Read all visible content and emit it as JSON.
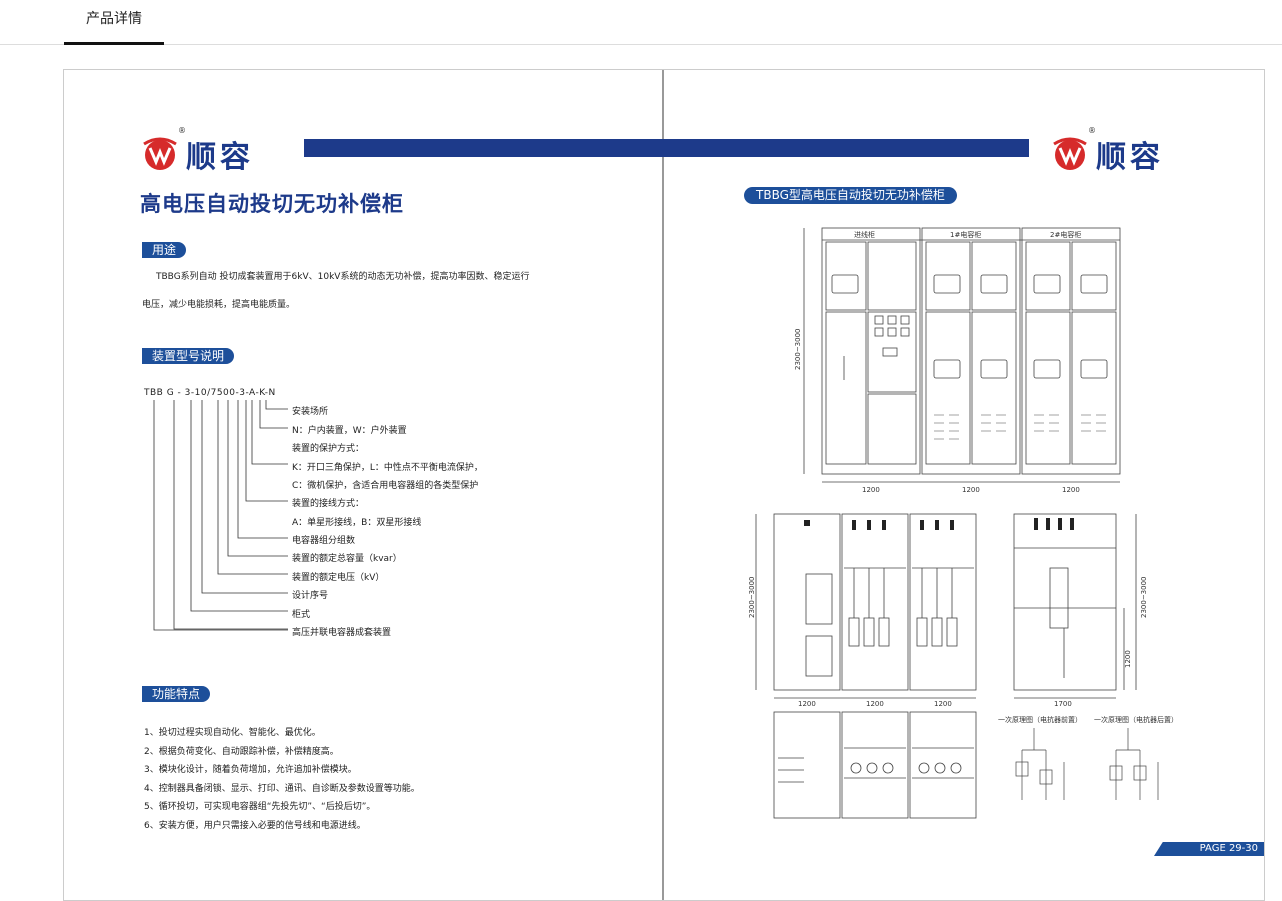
{
  "tab": {
    "label": "产品详情"
  },
  "brand": {
    "name": "顺容",
    "reg": "®"
  },
  "product": {
    "title": "高电压自动投切无功补偿柜"
  },
  "usage": {
    "heading": "用途",
    "line1": "TBBG系列自动 投切成套装置用于6kV、10kV系统的动态无功补偿，提高功率因数、稳定运行",
    "line2": "电压，减少电能损耗，提高电能质量。"
  },
  "model": {
    "heading": "装置型号说明",
    "code": "TBB G - 3-10/7500-3-A-K-N",
    "legend": [
      "安装场所",
      "N：户内装置，W：户外装置",
      "装置的保护方式：",
      "K：开口三角保护，L：中性点不平衡电流保护，",
      "C：微机保护，含适合用电容器组的各类型保护",
      "装置的接线方式：",
      "A：单星形接线，B：双星形接线",
      "电容器组分组数",
      "装置的额定总容量（kvar）",
      "装置的额定电压（kV）",
      "设计序号",
      "柜式",
      "高压并联电容器成套装置"
    ]
  },
  "features": {
    "heading": "功能特点",
    "items": [
      "1、投切过程实现自动化、智能化、最优化。",
      "2、根据负荷变化、自动跟踪补偿，补偿精度高。",
      "3、模块化设计，随着负荷增加，允许追加补偿模块。",
      "4、控制器具备闭锁、显示、打印、通讯、自诊断及参数设置等功能。",
      "5、循环投切，可实现电容器组“先投先切”、“后投后切”。",
      "6、安装方便，用户只需接入必要的信号线和电源进线。"
    ]
  },
  "drawing": {
    "title": "TBBG型高电压自动投切无功补偿柜",
    "cab_labels": [
      "进线柜",
      "1#电容柜",
      "2#电容柜"
    ],
    "height_dim": "2300~3000",
    "width_dim": "1200",
    "depth_dim": "1700",
    "sub_dim": "1200",
    "schem1": "一次原理图（电抗器前置）",
    "schem2": "一次原理图（电抗器后置）",
    "page": "PAGE  29-30"
  },
  "colors": {
    "brand_blue": "#1d3a8a",
    "accent_red": "#d62b2b"
  }
}
